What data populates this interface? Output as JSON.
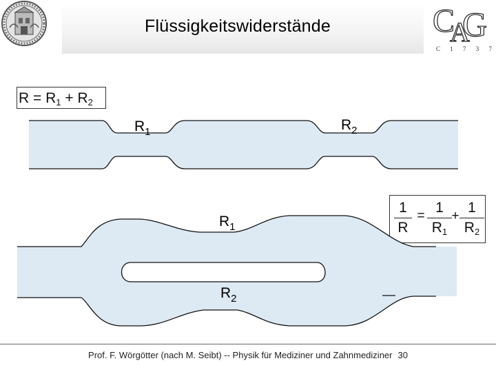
{
  "title": "Flüssigkeitswiderstände",
  "logo_right": {
    "letters": "CAG",
    "caption": "C 1 7 3 7"
  },
  "formula_series": {
    "R": "R",
    "equals": "=",
    "R1": "R",
    "sub1": "1",
    "plus": "+",
    "R2": "R",
    "sub2": "2"
  },
  "formula_parallel": {
    "lhs_num": "1",
    "lhs_den": "R",
    "equals": "=",
    "t1_num": "1",
    "t1_den": "R",
    "t1_sub": "1",
    "plus": "+",
    "t2_num": "1",
    "t2_den": "R",
    "t2_sub": "2"
  },
  "series_labels": {
    "r1": "R",
    "r1_sub": "1",
    "r2": "R",
    "r2_sub": "2"
  },
  "parallel_labels": {
    "r1": "R",
    "r1_sub": "1",
    "r2": "R",
    "r2_sub": "2"
  },
  "footer": {
    "text": "Prof. F. Wörgötter (nach M. Seibt) -- Physik für Mediziner und Zahnmediziner",
    "page": "30"
  },
  "colors": {
    "fluid": "#dde9f3",
    "outline": "#111111"
  }
}
